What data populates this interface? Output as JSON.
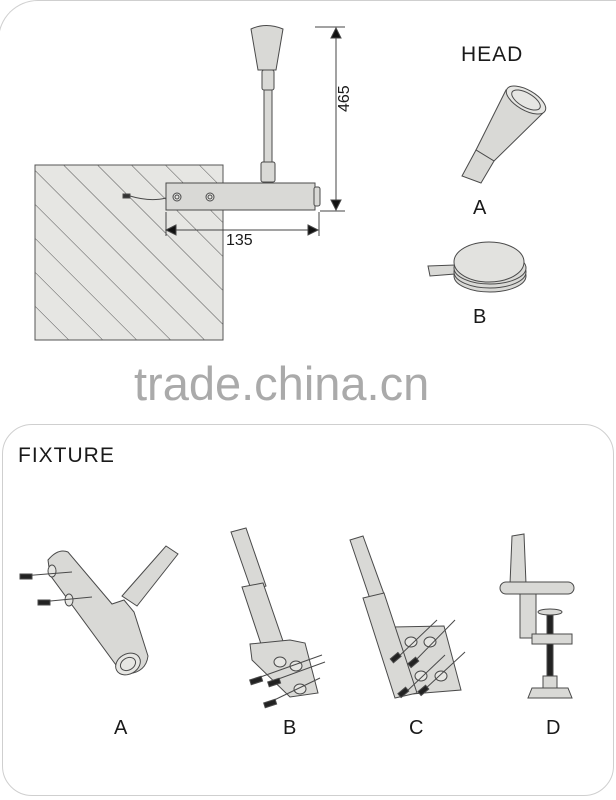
{
  "top_section": {
    "dimensions": {
      "height": "465",
      "width": "135"
    },
    "head": {
      "title": "HEAD",
      "options": [
        {
          "label": "A",
          "shape": "conical-spotlight-head"
        },
        {
          "label": "B",
          "shape": "round-disc-head"
        }
      ]
    }
  },
  "watermark": "trade.china.cn",
  "fixture": {
    "title": "FIXTURE",
    "options": [
      {
        "label": "A",
        "shape": "tube-mount-with-two-screws"
      },
      {
        "label": "B",
        "shape": "small-plate-mount-three-screws"
      },
      {
        "label": "C",
        "shape": "square-plate-mount-four-screws"
      },
      {
        "label": "D",
        "shape": "desk-clamp"
      }
    ]
  },
  "colors": {
    "part_fill": "#d9d9d6",
    "outline": "#4a4a4a",
    "hatch_fill": "#e6e6e3",
    "watermark": "#aaaaaa",
    "border": "#cfcfcf"
  }
}
